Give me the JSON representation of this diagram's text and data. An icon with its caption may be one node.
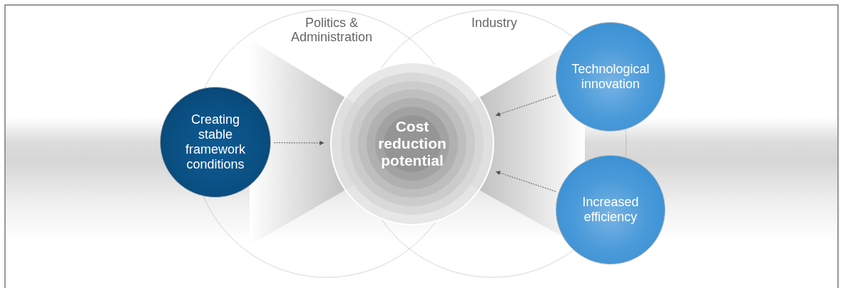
{
  "diagram": {
    "nodes": [
      {
        "text": [
          "Cost reduction potential"
        ]
      },
      {
        "text": [
          "Creating stable framework conditions"
        ]
      },
      {
        "text": [
          "Technological innovation"
        ]
      },
      {
        "text": [
          "Increased efficiency"
        ]
      }
    ],
    "edges": [
      {
        "from": 1,
        "to": 0,
        "arrow": "to"
      },
      {
        "from": 2,
        "to": 0,
        "arrow": "to"
      },
      {
        "from": 3,
        "to": 0,
        "arrow": "to"
      }
    ],
    "labels": [
      "Politics & Administration",
      "Industry"
    ]
  }
}
